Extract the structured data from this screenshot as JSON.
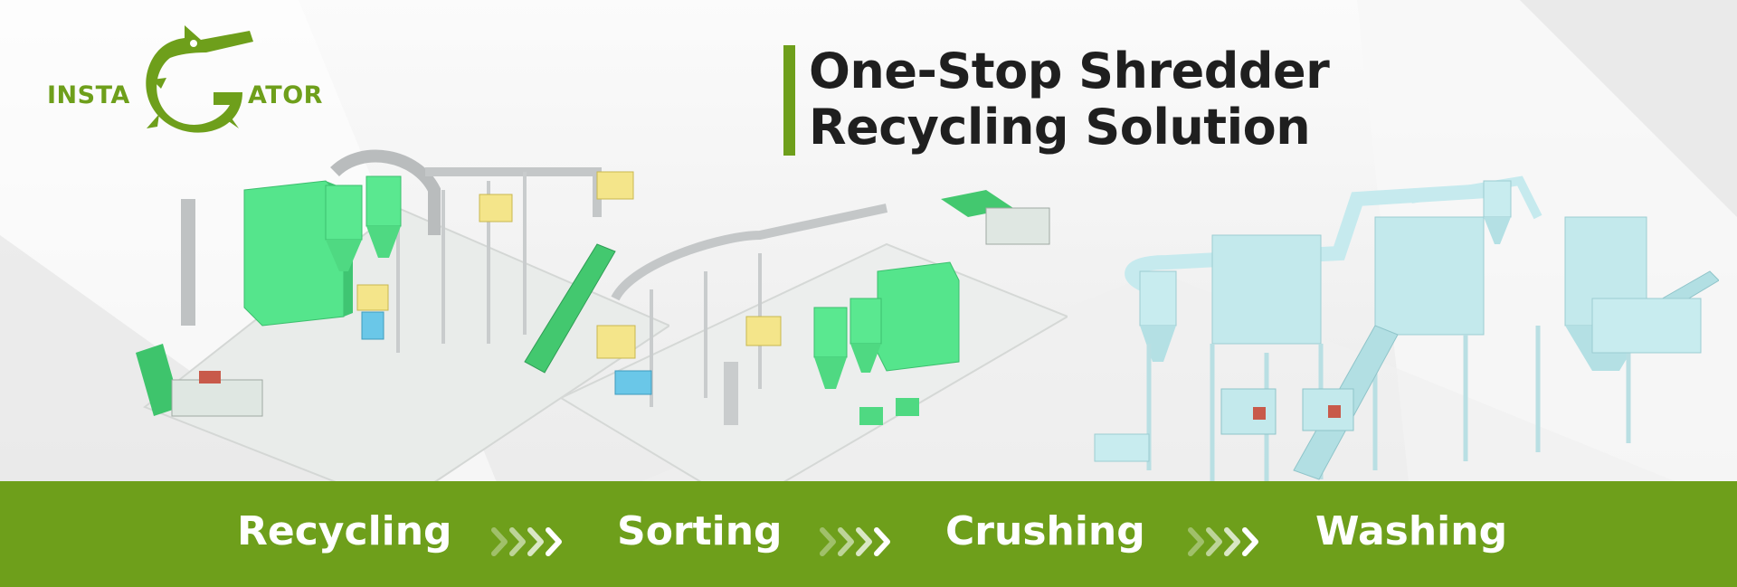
{
  "brand": {
    "left_text": "INSTA",
    "right_text": "ATOR",
    "logo_icon": "gator-icon",
    "color": "#6e9f1b"
  },
  "headline": {
    "line1": "One-Stop Shredder",
    "line2": "Recycling Solution",
    "accent_color": "#6e9f1b",
    "text_color": "#1f1f1f"
  },
  "process": {
    "background_color": "#6e9f1b",
    "separator_icon": "chevrons-right-icon",
    "steps": [
      {
        "label": "Recycling"
      },
      {
        "label": "Sorting"
      },
      {
        "label": "Crushing"
      },
      {
        "label": "Washing"
      }
    ]
  },
  "machines": [
    {
      "name": "green-shredder-line",
      "color": "#55e58c"
    },
    {
      "name": "green-sorting-line",
      "color": "#55e58c"
    },
    {
      "name": "blue-washing-line",
      "color": "#bfe9ec"
    }
  ]
}
